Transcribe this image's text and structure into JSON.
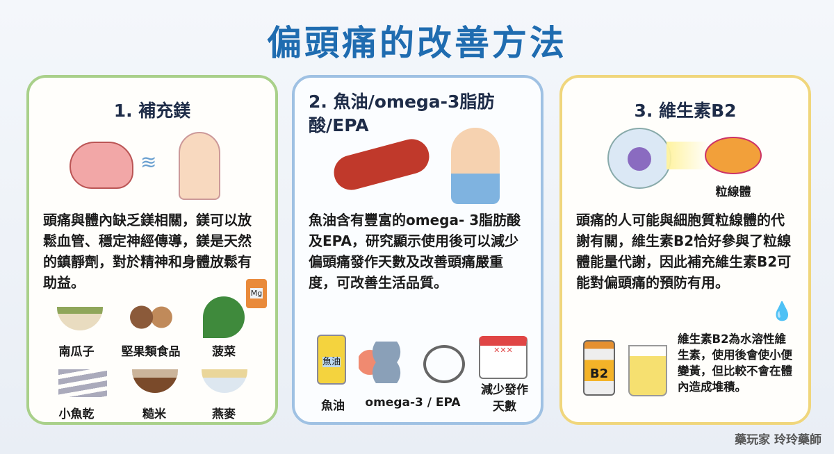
{
  "title": "偏頭痛的改善方法",
  "panels": [
    {
      "title": "1. 補充鎂",
      "body": "頭痛與體內缺乏鎂相關，鎂可以放鬆血管、穩定神經傳導，鎂是天然的鎮靜劑，對於精神和身體放鬆有助益。",
      "badge": "Mg",
      "foods": [
        "南瓜子",
        "堅果類食品",
        "菠菜",
        "小魚乾",
        "糙米",
        "燕麥"
      ]
    },
    {
      "title": "2. 魚油/omega-3脂肪酸/EPA",
      "body": "魚油含有豐富的omega- 3脂肪酸及EPA，研究顯示使用後可以減少偏頭痛發作天數及改善頭痛嚴重度，可改善生活品質。",
      "bottle_label": "魚油",
      "items": [
        "魚油",
        "omega-3 / EPA",
        "減少發作天數"
      ]
    },
    {
      "title": "3. 維生素B2",
      "mito_label": "粒線體",
      "body": "頭痛的人可能與細胞質粒線體的代謝有關，維生素B2恰好參與了粒線體能量代謝，因此補充維生素B2可能對偏頭痛的預防有用。",
      "badge": "B2",
      "note": "維生素B2為水溶性維生素，使用後會使小便變黃，但比較不會在體內造成堆積。"
    }
  ],
  "credit": "藥玩家 玲玲藥師"
}
